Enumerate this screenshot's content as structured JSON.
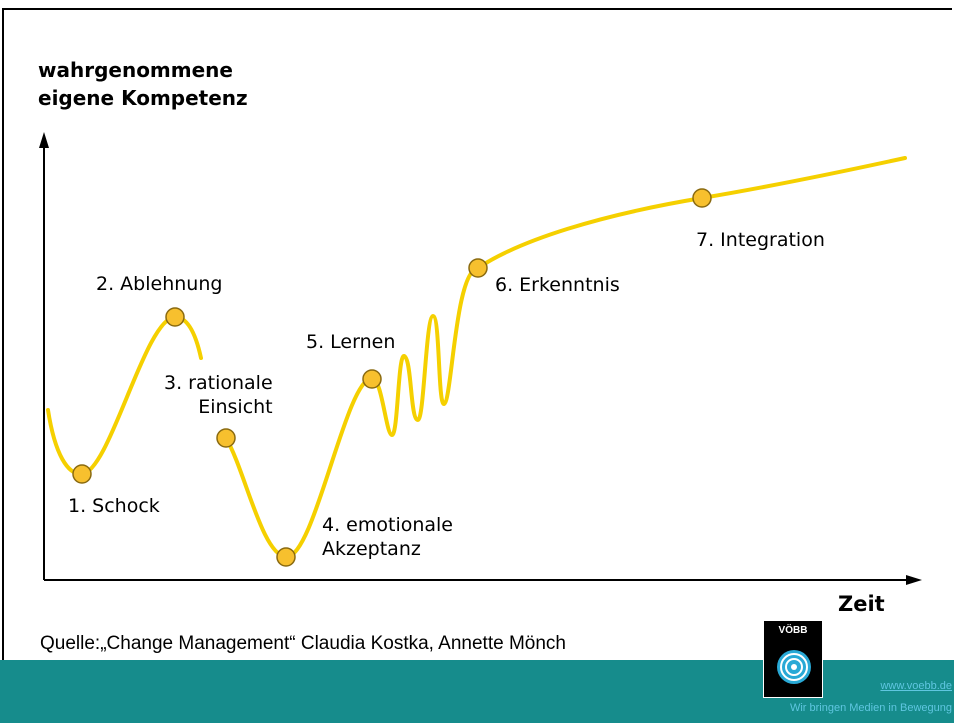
{
  "diagram": {
    "y_axis_label": "wahrgenommene\neigene Kompetenz",
    "x_axis_label": "Zeit",
    "curve_color": "#f5d000",
    "marker_color": "#f7c02e",
    "stages": [
      {
        "label": "1. Schock"
      },
      {
        "label": "2. Ablehnung"
      },
      {
        "label": "3. rationale\nEinsicht"
      },
      {
        "label": "4. emotionale\nAkzeptanz"
      },
      {
        "label": "5. Lernen"
      },
      {
        "label": "6. Erkenntnis"
      },
      {
        "label": "7. Integration"
      }
    ]
  },
  "source": "Quelle:„Change Management“ Claudia Kostka, Annette Mönch",
  "footer": {
    "logo_text": "VÖBB",
    "website": "www.voebb.de",
    "tagline": "Wir bringen Medien in Bewegung",
    "background": "#168c8c"
  }
}
